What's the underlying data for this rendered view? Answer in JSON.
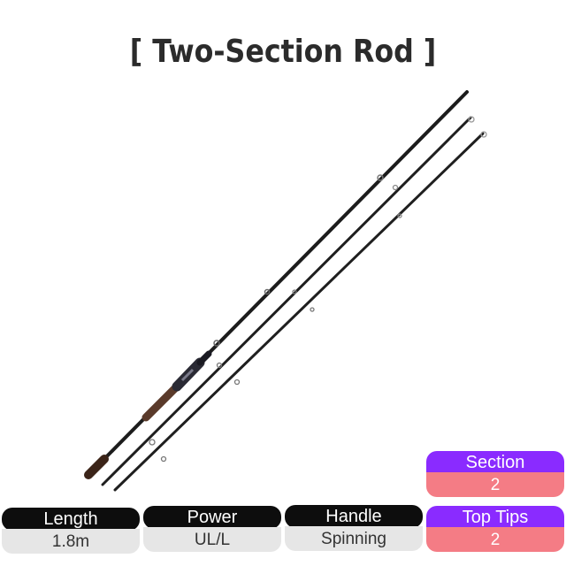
{
  "title": "[ Two-Section Rod ]",
  "specs": {
    "length": {
      "label": "Length",
      "value": "1.8m"
    },
    "power": {
      "label": "Power",
      "value": "UL/L"
    },
    "handle": {
      "label": "Handle",
      "value": "Spinning"
    },
    "section": {
      "label": "Section",
      "value": "2"
    },
    "top_tips": {
      "label": "Top Tips",
      "value": "2"
    }
  },
  "colors": {
    "dark_header": "#0d0d0d",
    "purple_header": "#8a2bff",
    "grey_value": "#e6e6e6",
    "pink_value": "#f47c85"
  }
}
